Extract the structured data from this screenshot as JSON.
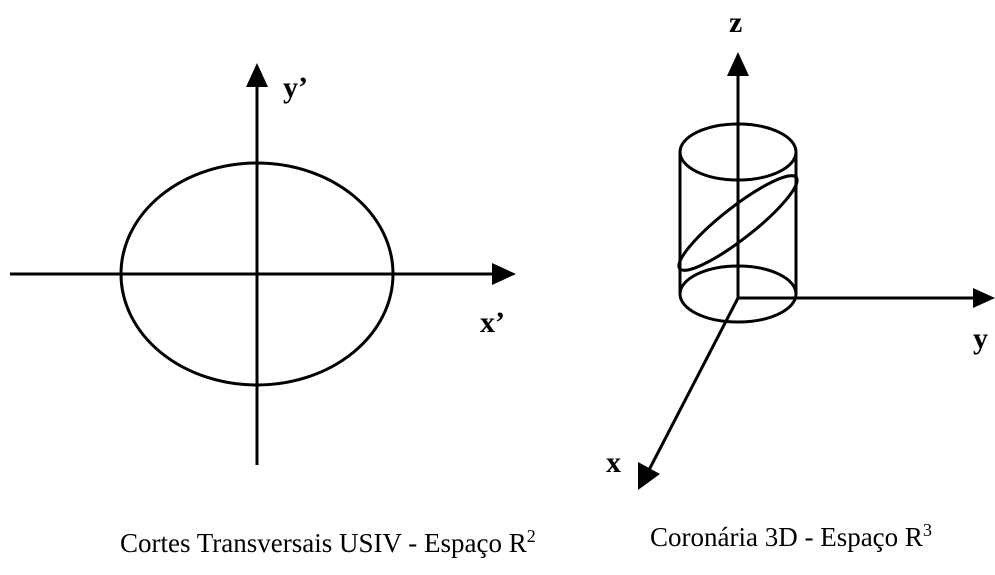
{
  "left_diagram": {
    "x_axis_label": "x’",
    "y_axis_label": "y’",
    "caption_main": "Cortes Transversais USIV - Espaço R",
    "caption_exp": "2"
  },
  "right_diagram": {
    "x_axis_label": "x",
    "y_axis_label": "y",
    "z_axis_label": "z",
    "caption_main": "Coronária 3D - Espaço R",
    "caption_exp": "3"
  }
}
